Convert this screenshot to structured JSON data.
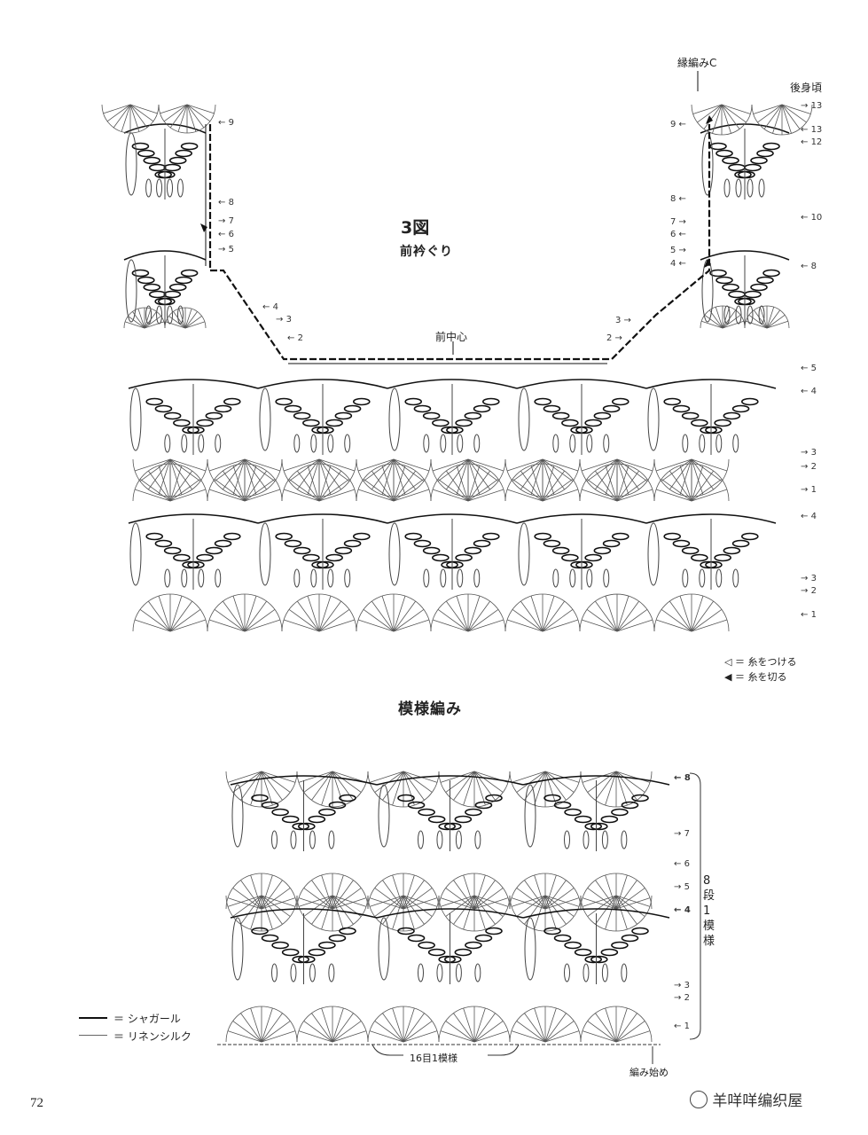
{
  "diagram3": {
    "title_num": "3図",
    "subtitle": "前衿ぐり",
    "center_label": "前中心",
    "top_left_label": "縁編みC",
    "top_right_label": "後身頃",
    "left_rows": [
      {
        "n": "9",
        "pos": 0.12
      },
      {
        "n": "8",
        "pos": 0.31
      },
      {
        "n": "7",
        "pos": 0.35
      },
      {
        "n": "6",
        "pos": 0.38
      },
      {
        "n": "5",
        "pos": 0.41
      },
      {
        "n": "4",
        "pos": 0.52
      },
      {
        "n": "3",
        "pos": 0.55
      },
      {
        "n": "2",
        "pos": 0.58
      }
    ],
    "right_rows_inner": [
      {
        "n": "9",
        "pos": 0.12
      },
      {
        "n": "8",
        "pos": 0.31
      },
      {
        "n": "7",
        "pos": 0.35
      },
      {
        "n": "6",
        "pos": 0.38
      },
      {
        "n": "5",
        "pos": 0.41
      },
      {
        "n": "4",
        "pos": 0.44
      },
      {
        "n": "3",
        "pos": 0.56
      },
      {
        "n": "2",
        "pos": 0.59
      }
    ],
    "right_rows_outer": [
      "13",
      "13",
      "12",
      "10",
      "8",
      "5",
      "4",
      "3",
      "2",
      "1",
      "4",
      "3",
      "2",
      "1"
    ]
  },
  "legend_join": {
    "attach": "＝ 糸をつける",
    "cut": "＝ 糸を切る"
  },
  "pattern": {
    "title": "模様編み",
    "rows": [
      "8",
      "7",
      "6",
      "5",
      "4",
      "3",
      "2",
      "1"
    ],
    "repeat_rows_label": "8段1模様",
    "repeat_stitch_label": "16目1模様",
    "start_label": "編み始め"
  },
  "yarn_legend": [
    {
      "label": "＝ シャガール",
      "style": "thick"
    },
    {
      "label": "＝ リネンシルク",
      "style": "thin"
    }
  ],
  "page_number": "72",
  "watermark": "羊咩咩编织屋"
}
